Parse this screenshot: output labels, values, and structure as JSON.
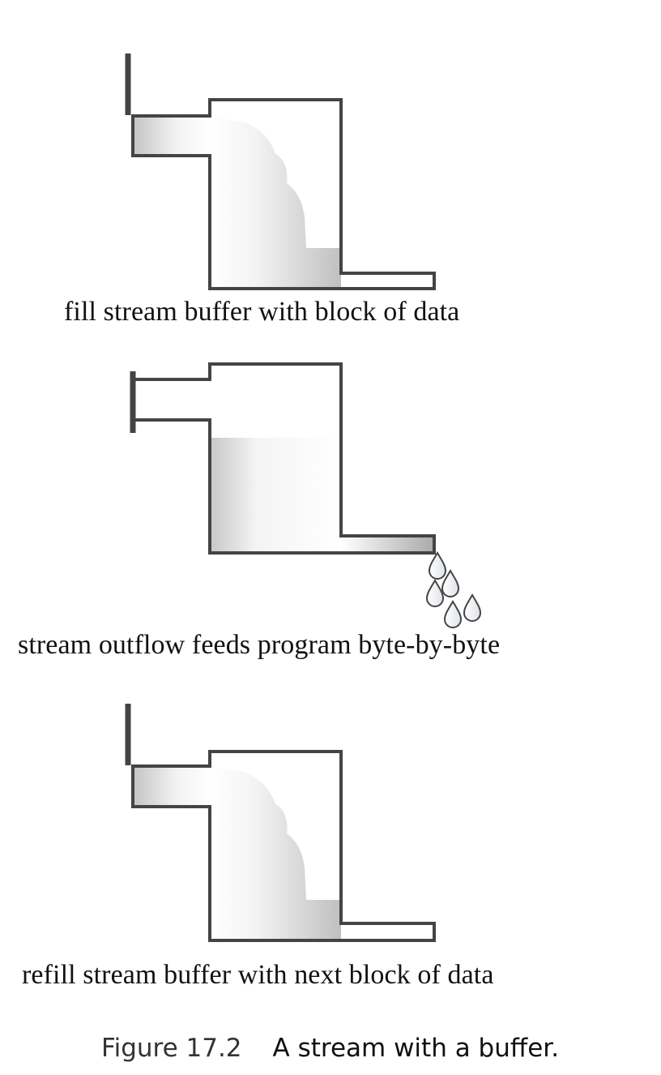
{
  "panels": [
    {
      "id": "fill",
      "caption": "fill stream buffer with block of data"
    },
    {
      "id": "drain",
      "caption": "stream outflow feeds program byte-by-byte"
    },
    {
      "id": "refill",
      "caption": "refill stream buffer with next block of data"
    }
  ],
  "figure": {
    "number": "Figure 17.2",
    "title": "A stream with a buffer."
  },
  "colors": {
    "outline": "#444444",
    "fluid_light": "#ffffff",
    "fluid_dark": "#b8b8b8",
    "text": "#111111"
  }
}
